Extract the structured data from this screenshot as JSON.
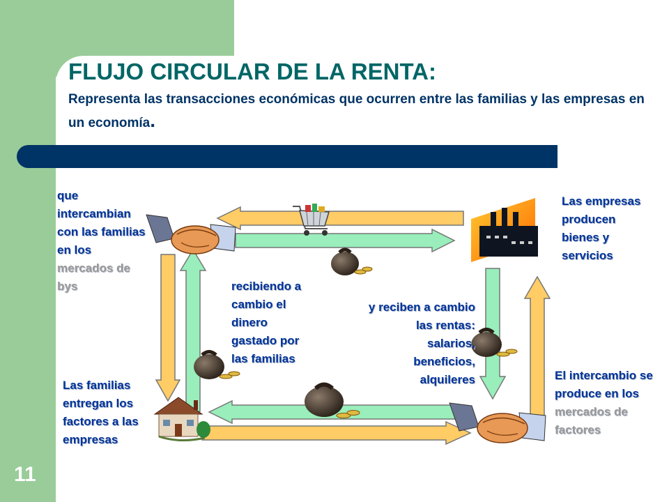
{
  "slide": {
    "number": "11"
  },
  "header": {
    "title": "FLUJO CIRCULAR DE LA RENTA:",
    "subtitle_text": "Representa las transacciones económicas que ocurren entre las familias y las empresas en un economía",
    "subtitle_end": "."
  },
  "labels": {
    "top_left": {
      "lines": [
        "que",
        "intercambian",
        "con las familias",
        "en los"
      ],
      "muted_lines": [
        "mercados de",
        "bys"
      ]
    },
    "top_right": {
      "lines": [
        "Las empresas",
        "producen",
        "bienes y",
        "servicios"
      ]
    },
    "center_left": {
      "lines": [
        "recibiendo a",
        "cambio el",
        "dinero",
        "gastado por",
        "las familias"
      ]
    },
    "center_right": {
      "lines": [
        "y reciben a cambio",
        "las rentas:",
        "salarios,",
        "beneficios,",
        "alquileres"
      ]
    },
    "bottom_left": {
      "lines": [
        "Las familias",
        "entregan los",
        "factores a las",
        "empresas"
      ]
    },
    "bottom_right": {
      "lines": [
        "El intercambio se",
        "produce en los"
      ],
      "muted_lines": [
        "mercados de",
        "factores"
      ]
    }
  },
  "colors": {
    "arrow_fill_tan": "#ffcc66",
    "arrow_fill_green": "#99eebb",
    "title": "#006666",
    "subtitle": "#003366",
    "label": "#003399",
    "muted_label": "#999999",
    "accent_band": "#003366",
    "side_green": "#99cc99"
  },
  "icons": [
    "handshake-icon",
    "shopping-cart-icon",
    "money-bag-icon",
    "factory-icon",
    "house-icon"
  ]
}
